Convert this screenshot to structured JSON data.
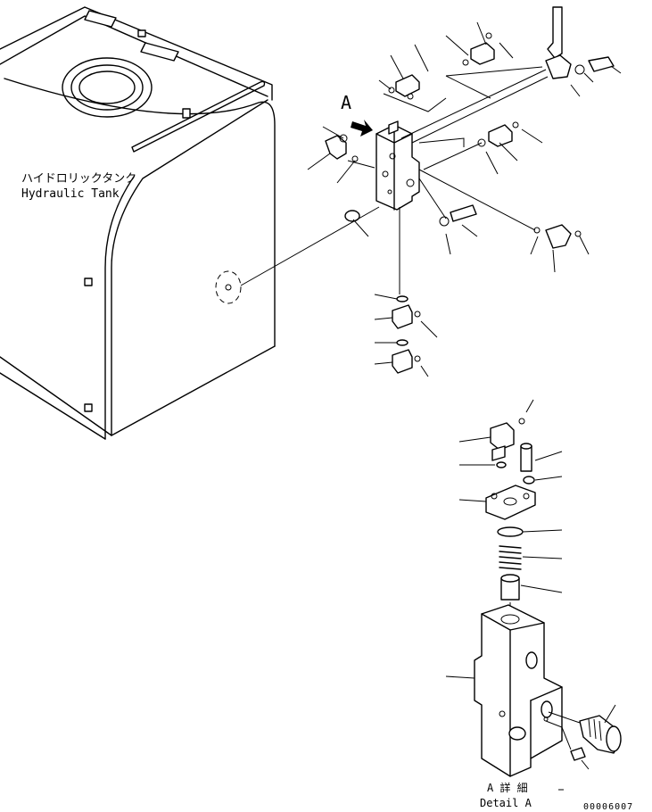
{
  "labels": {
    "tank_jp": "ハイドロリックタンク",
    "tank_en": "Hydraulic Tank",
    "view_marker": "A",
    "detail_jp": "A 詳 細",
    "detail_en": "Detail A",
    "drawing_number": "00006007"
  }
}
